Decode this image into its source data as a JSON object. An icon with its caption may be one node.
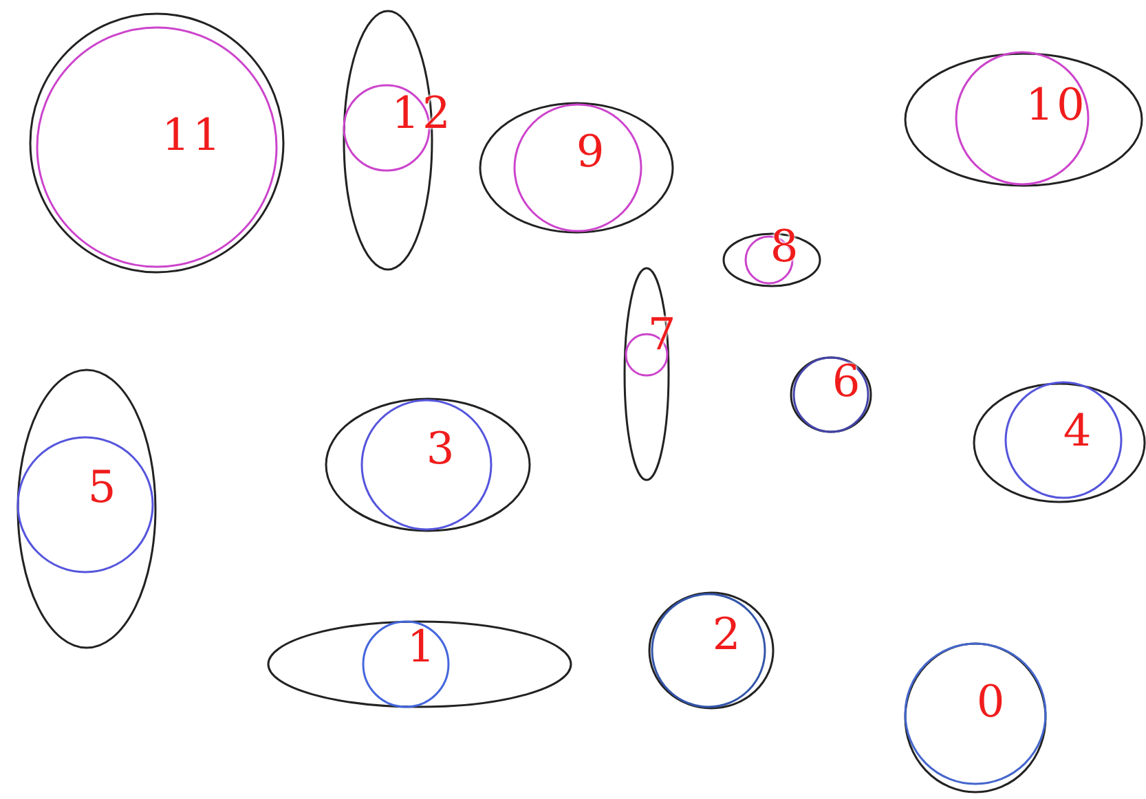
{
  "diagram": {
    "nodes": [
      {
        "text": [
          "11"
        ]
      },
      {
        "text": [
          "12"
        ]
      },
      {
        "text": [
          "9"
        ]
      },
      {
        "text": [
          "10"
        ]
      },
      {
        "text": [
          "8"
        ]
      },
      {
        "text": [
          "7"
        ]
      },
      {
        "text": [
          "6"
        ]
      },
      {
        "text": [
          "5"
        ]
      },
      {
        "text": [
          "3"
        ]
      },
      {
        "text": [
          "4"
        ]
      },
      {
        "text": [
          "1"
        ]
      },
      {
        "text": [
          "2"
        ]
      },
      {
        "text": [
          "0"
        ]
      }
    ]
  }
}
